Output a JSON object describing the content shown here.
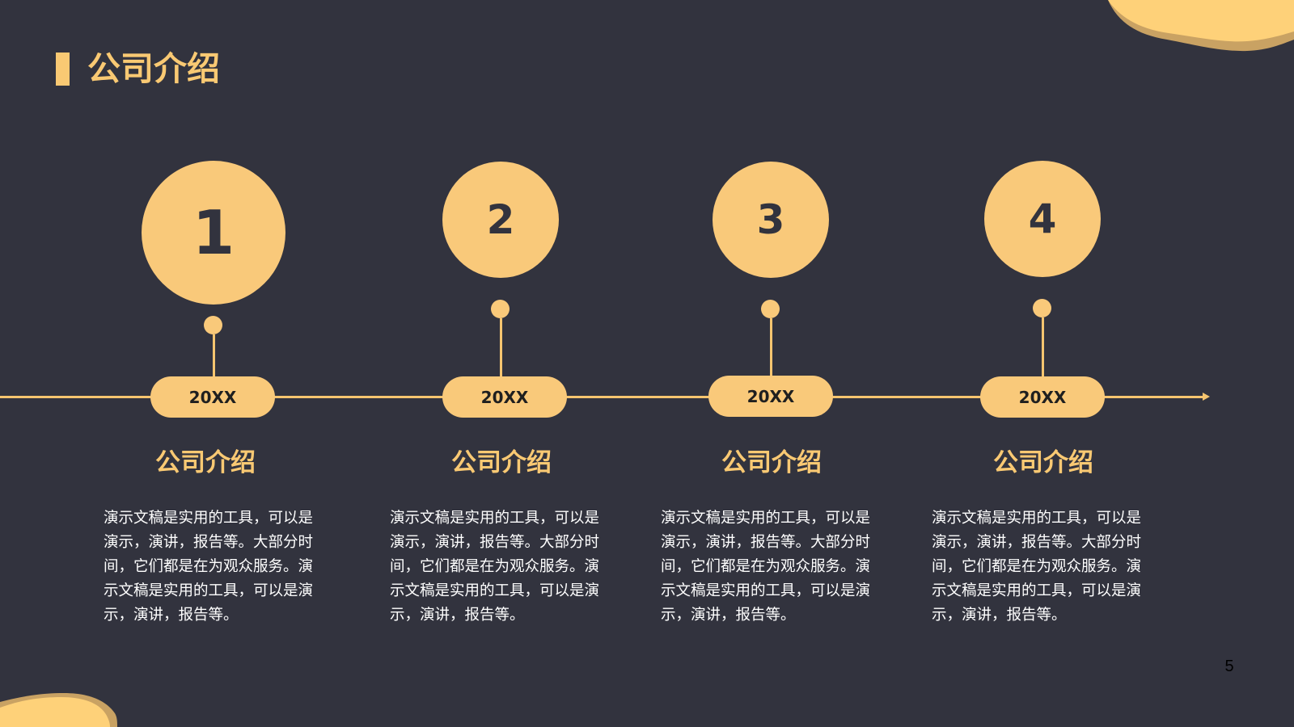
{
  "slide": {
    "title": "公司介绍",
    "page_number": "5",
    "colors": {
      "background": "#32333e",
      "accent": "#f9c973",
      "line": "#f6c56f",
      "blob_fill": "#fed179",
      "blob_shadow": "#c9a263",
      "body_text": "#ffffff",
      "pill_text": "#1f1f1f"
    }
  },
  "steps": [
    {
      "number": "1",
      "year": "20XX",
      "heading": "公司介绍",
      "body": "演示文稿是实用的工具，可以是\n演示，演讲，报告等。大部分时\n间，它们都是在为观众服务。演\n示文稿是实用的工具，可以是演\n示，演讲，报告等。"
    },
    {
      "number": "2",
      "year": "20XX",
      "heading": "公司介绍",
      "body": "演示文稿是实用的工具，可以是\n演示，演讲，报告等。大部分时\n间，它们都是在为观众服务。演\n示文稿是实用的工具，可以是演\n示，演讲，报告等。"
    },
    {
      "number": "3",
      "year": "20XX",
      "heading": "公司介绍",
      "body": "演示文稿是实用的工具，可以是\n演示，演讲，报告等。大部分时\n间，它们都是在为观众服务。演\n示文稿是实用的工具，可以是演\n示，演讲，报告等。"
    },
    {
      "number": "4",
      "year": "20XX",
      "heading": "公司介绍",
      "body": "演示文稿是实用的工具，可以是\n演示，演讲，报告等。大部分时\n间，它们都是在为观众服务。演\n示文稿是实用的工具，可以是演\n示，演讲，报告等。"
    }
  ]
}
